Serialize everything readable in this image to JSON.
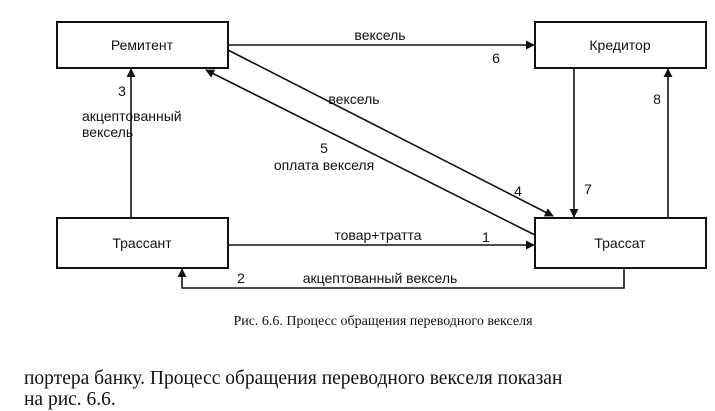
{
  "diagram": {
    "nodes": {
      "remitent": "Ремитент",
      "kreditor": "Кредитор",
      "trassant": "Трассант",
      "trassat": "Трассат"
    },
    "edges": {
      "e1": {
        "num": "1",
        "label": "товар+тратта"
      },
      "e2": {
        "num": "2",
        "label": "акцептованный вексель"
      },
      "e3": {
        "num": "3",
        "label_line1": "акцептованный",
        "label_line2": "вексель"
      },
      "e4": {
        "num": "4",
        "label": "вексель"
      },
      "e5": {
        "num": "5",
        "label": "оплата векселя"
      },
      "e6": {
        "num": "6",
        "label": "вексель"
      },
      "e7": {
        "num": "7"
      },
      "e8": {
        "num": "8"
      }
    }
  },
  "caption": "Рис. 6.6. Процесс обращения переводного векселя",
  "body_text": {
    "line1": "портера банку. Процесс обращения переводного векселя показан",
    "line2": "на рис. 6.6."
  }
}
